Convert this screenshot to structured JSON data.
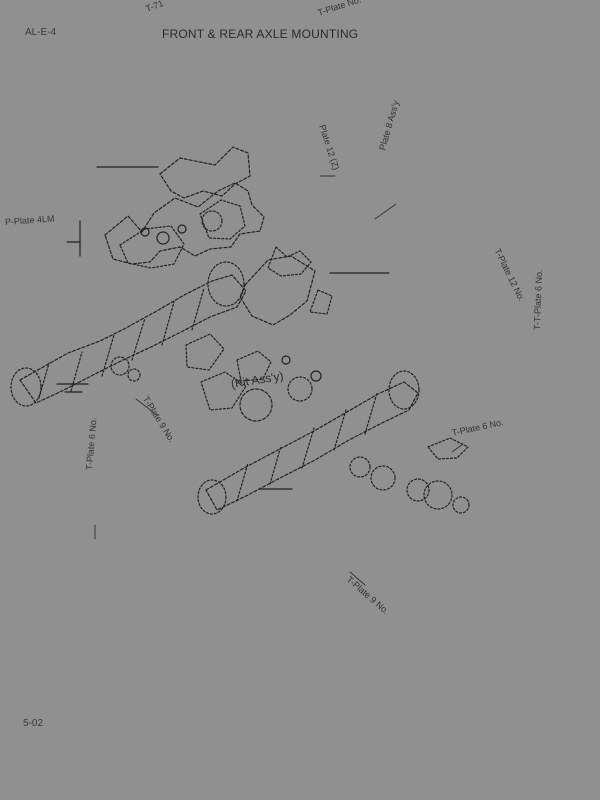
{
  "header": {
    "title": "FRONT & REAR AXLE MOUNTING",
    "code": "AL-E-4"
  },
  "footer": {
    "page_number": "5-02"
  },
  "labels": {
    "top_left": "T-71",
    "top_right": "T-Plate No.",
    "left_part": "P-Plate 4LM",
    "upper_right_1": "Plate 12 (Z)",
    "upper_right_2": "Plate 8 Ass'y",
    "right_1": "T-Plate 12 No.",
    "right_2": "T-T-Plate 6 No.",
    "center_group": "(Kit Ass'y)",
    "bottom_left": "T-Plate 9 No.",
    "left_vertical": "T-Plate 6 No.",
    "right_lower": "T-Plate 6 No.",
    "bottom_center": "T-Plate 9 No."
  }
}
